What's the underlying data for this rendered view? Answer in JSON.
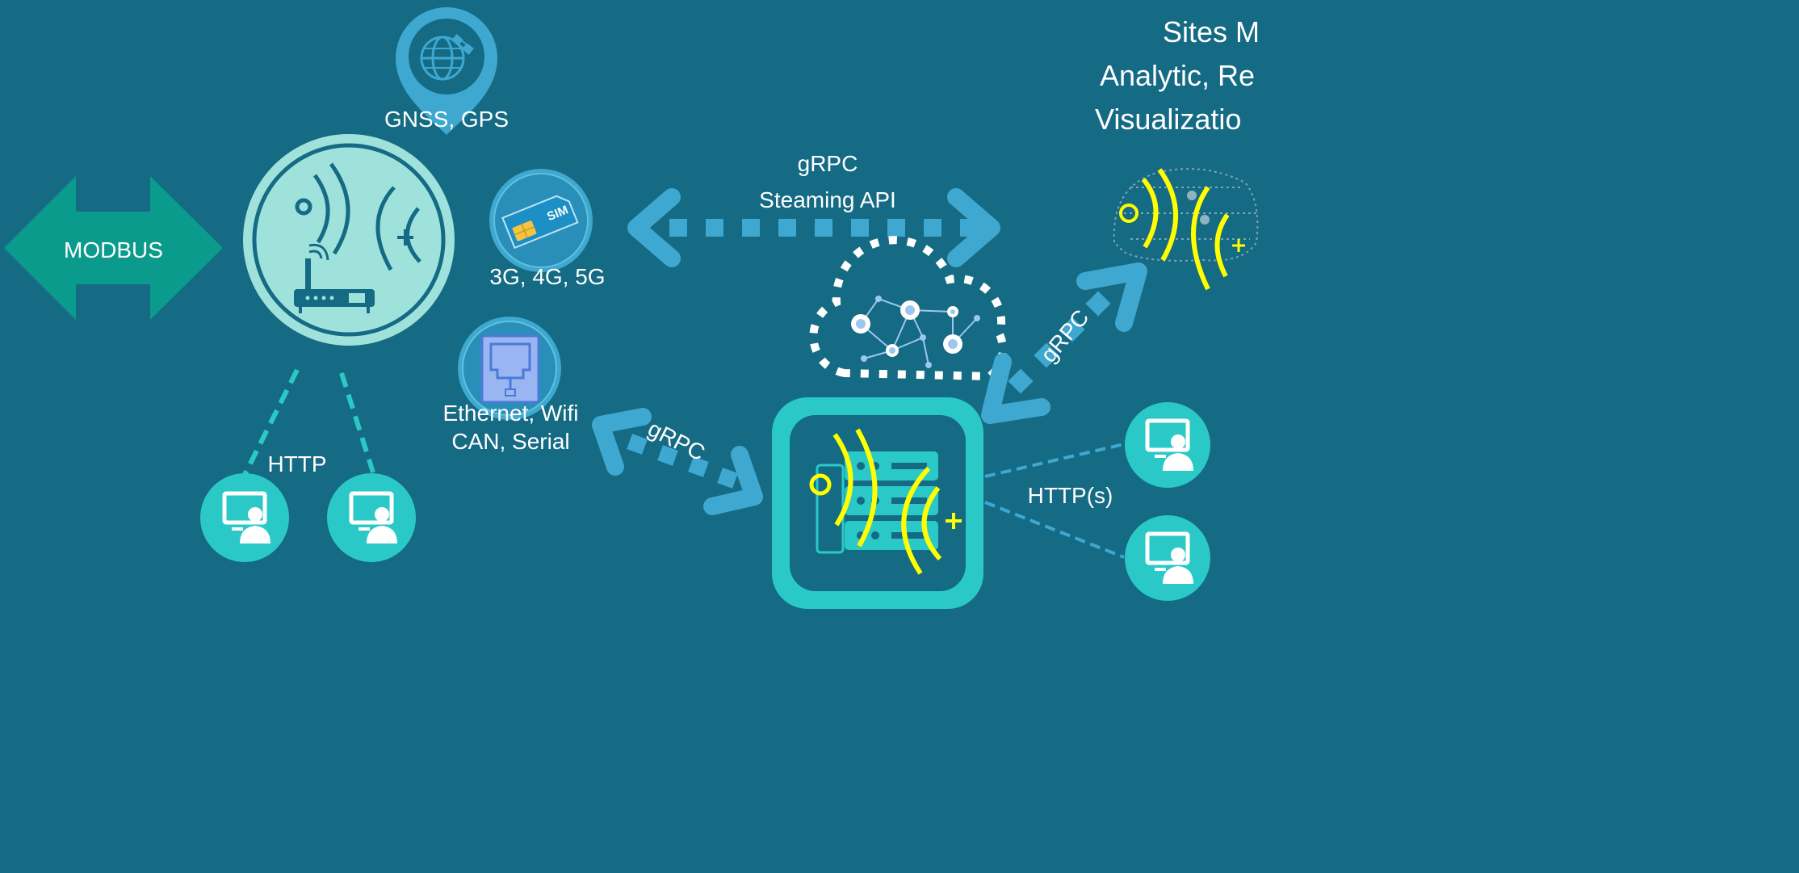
{
  "labels": {
    "modbus": "MODBUS",
    "gnss": "GNSS, GPS",
    "cellular": "3G, 4G, 5G",
    "ethernet": "Ethernet, Wifi",
    "can_serial": "CAN, Serial",
    "http_left": "HTTP",
    "grpc_top": "gRPC",
    "streaming_api": "Steaming  API",
    "grpc_bottom": "gRPC",
    "grpc_diagonal": "gRPC",
    "https_right": "HTTP(s)",
    "sites_line1": "Sites M",
    "sites_line2": "Analytic, Re",
    "sites_line3": "Visualizatio"
  },
  "icons": {
    "modbus_arrow": "double-arrow-icon",
    "router": "router-device-icon",
    "gnss": "satellite-globe-pin-icon",
    "sim": "sim-card-icon",
    "ethernet": "ethernet-port-icon",
    "cloud": "network-cloud-icon",
    "server": "server-rack-icon",
    "cloud_logo": "cloud-platform-logo-icon",
    "user": "computer-user-icon"
  },
  "colors": {
    "background": "#156a84",
    "teal_dark": "#0b9b8c",
    "teal_light": "#2ac9c7",
    "router_fill": "#9fe2dc",
    "blue_arrow": "#3fa8d0",
    "signal_yellow": "#ffff00",
    "cloud_dots": "#ffffff"
  }
}
